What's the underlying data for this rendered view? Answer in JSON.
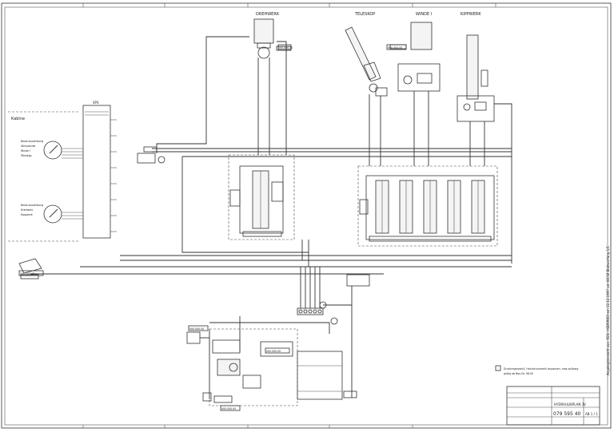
{
  "actuators": {
    "drehwerk": "DREHWERK",
    "teleskop": "TELESKOP",
    "winde": "WINDE I",
    "kippwerk": "KIPPWERK"
  },
  "left": {
    "section": "Kabine",
    "sw_upper_top": "Bewe-Auslenkung",
    "sw_upper_mid": "Stirnpendel",
    "sw_upper_sub": "Winde I",
    "sw_upper_low": "Teleskop",
    "sw_lower_top": "Bewe-Auslenkung",
    "sw_lower_mid": "Drehwerk",
    "sw_lower_low": "Kippwerk",
    "junction": "SPS"
  },
  "codes": {
    "c1": "000.000.00",
    "c2": "000.000.00",
    "c3": "000.000.00",
    "c4": "000.000.00",
    "c5": "000.000.00",
    "c6": "000.000.00"
  },
  "notes": {
    "note1": "Druckregelventil, Hochdruckventil anpassen, max.zulässig",
    "note2": "gültig ab Bau-Nr. 98.00"
  },
  "side_text": "Angelegt/erstellt von: REV. / KBR9N50 am 12.12.1997 um 08.58  Blattumfang  1/1",
  "title_block": {
    "drawing_name": "HYDRAULIKPLAN 3V",
    "drawing_number": "079 595 40",
    "sheet": "AB 1 / 1"
  }
}
